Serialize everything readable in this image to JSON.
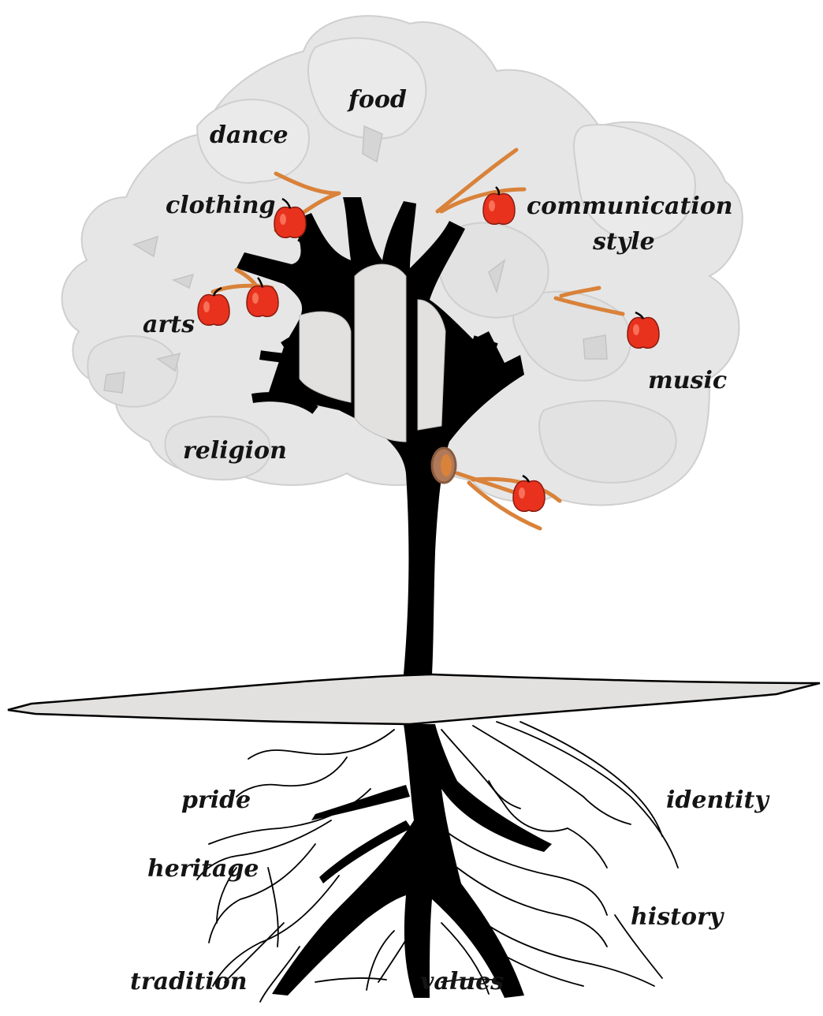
{
  "diagram": {
    "colors": {
      "canopy_fill": "#e6e6e6",
      "canopy_stroke": "#cfcfcf",
      "trunk": "#000000",
      "apple": "#e8321e",
      "twig": "#d9823a",
      "ground_fill": "#e3e1df"
    },
    "above_ground_labels": {
      "food": "food",
      "dance": "dance",
      "clothing": "clothing",
      "communication_line1": "communication",
      "communication_line2": "style",
      "arts": "arts",
      "music": "music",
      "religion": "religion"
    },
    "below_ground_labels": {
      "pride": "pride",
      "identity": "identity",
      "heritage": "heritage",
      "history": "history",
      "tradition": "tradition",
      "values": "values"
    }
  }
}
